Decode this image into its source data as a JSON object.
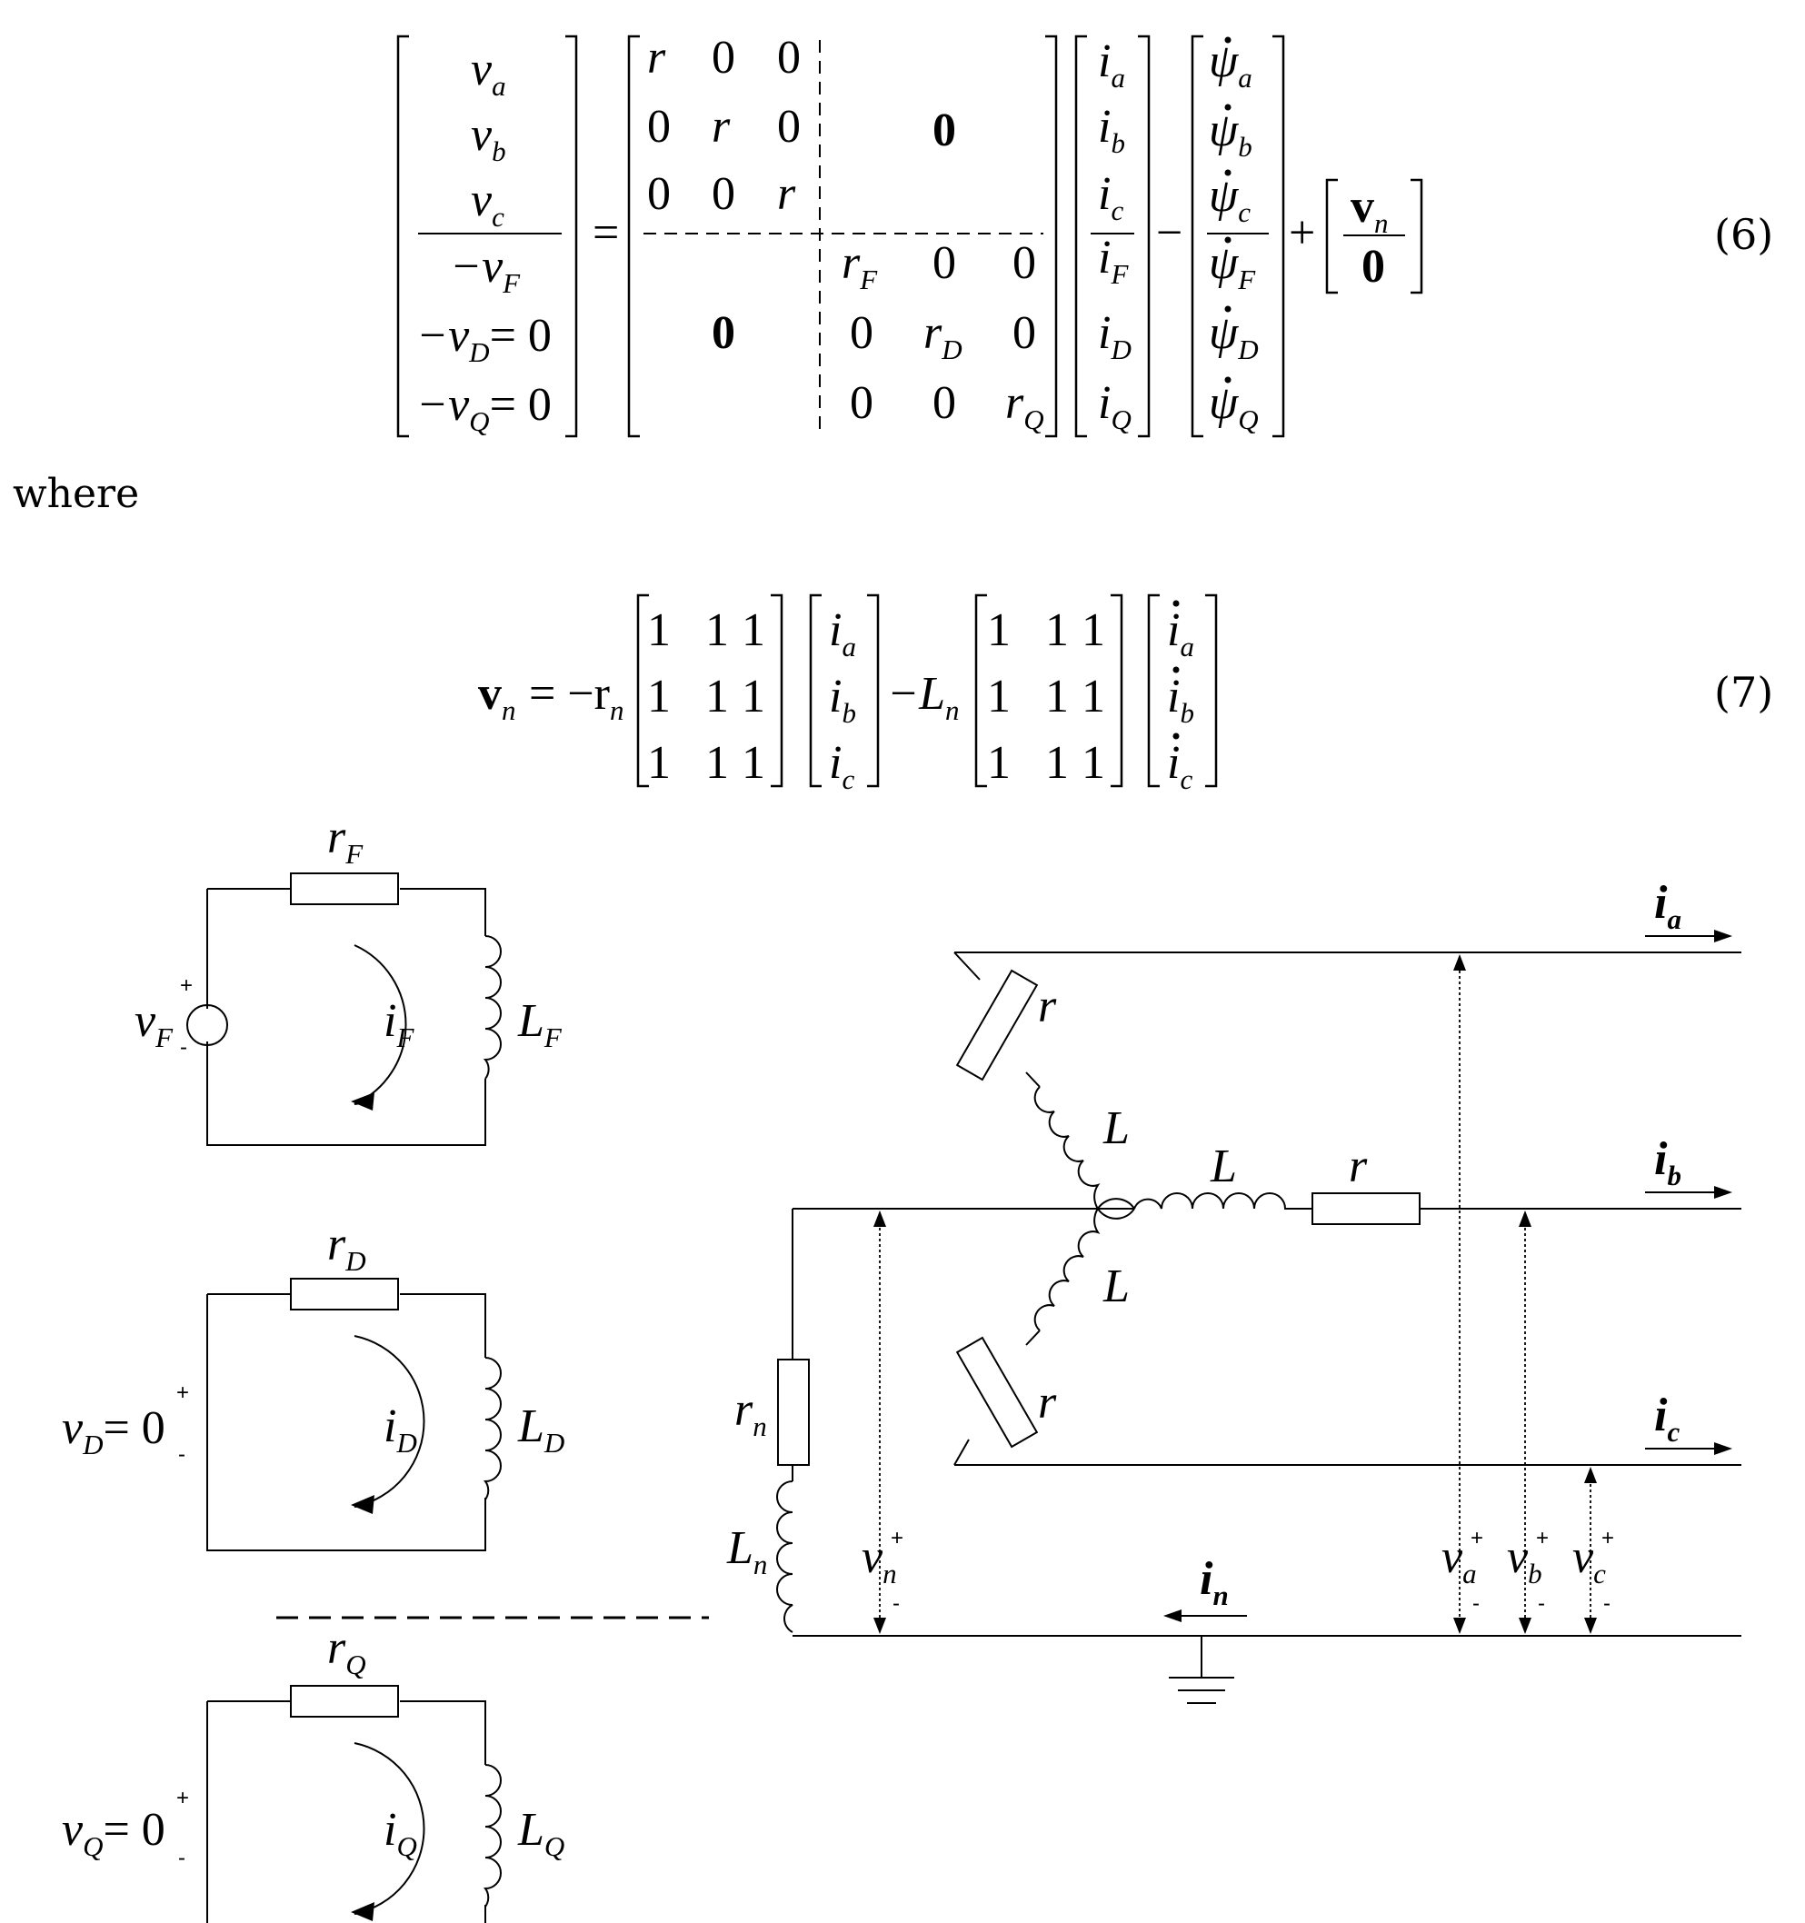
{
  "equation6": {
    "lhs": {
      "rows": [
        "v",
        "v",
        "v",
        "−v",
        "−v",
        "−v"
      ],
      "subs": [
        "a",
        "b",
        "c",
        "F",
        "D",
        "Q"
      ],
      "eq_zero": "= 0"
    },
    "equals": "=",
    "matrix_r": {
      "top_left": [
        [
          "r",
          "0",
          "0"
        ],
        [
          "0",
          "r",
          "0"
        ],
        [
          "0",
          "0",
          "r"
        ]
      ],
      "top_right_zero": "0",
      "bottom_left_zero": "0",
      "bottom_right_syms": [
        "r",
        "r",
        "r"
      ],
      "bottom_right_subs": [
        "F",
        "D",
        "Q"
      ],
      "bottom_right_zeros": "0"
    },
    "currents": {
      "sym": "i",
      "subs": [
        "a",
        "b",
        "c",
        "F",
        "D",
        "Q"
      ]
    },
    "minus": "−",
    "psi": {
      "sym": "ψ",
      "subs": [
        "a",
        "b",
        "c",
        "F",
        "D",
        "Q"
      ]
    },
    "plus": "+",
    "vn_vector": {
      "top": "v",
      "top_sub": "n",
      "bottom": "0"
    },
    "number": "(6)"
  },
  "where_text": "where",
  "equation7": {
    "lhs": "v",
    "lhs_sub": "n",
    "eq": "= −r",
    "r_sub": "n",
    "ones": "1",
    "currents": {
      "sym": "i",
      "subs": [
        "a",
        "b",
        "c"
      ]
    },
    "minus_L": "−L",
    "L_sub": "n",
    "number": "(7)"
  },
  "circuits": {
    "field": {
      "r": "r",
      "r_sub": "F",
      "v": "v",
      "v_sub": "F",
      "i": "i",
      "i_sub": "F",
      "L": "L",
      "L_sub": "F",
      "plus": "+",
      "minus": "-"
    },
    "damper_d": {
      "r": "r",
      "r_sub": "D",
      "v": "v",
      "v_sub": "D",
      "v_eq": "= 0",
      "i": "i",
      "i_sub": "D",
      "L": "L",
      "L_sub": "D",
      "plus": "+",
      "minus": "-"
    },
    "damper_q": {
      "r": "r",
      "r_sub": "Q",
      "v": "v",
      "v_sub": "Q",
      "v_eq": "= 0",
      "i": "i",
      "i_sub": "Q",
      "L": "L",
      "L_sub": "Q",
      "plus": "+",
      "minus": "-"
    }
  },
  "stator": {
    "r": "r",
    "L": "L",
    "rn": "r",
    "rn_sub": "n",
    "Ln": "L",
    "Ln_sub": "n",
    "currents": {
      "sym": "i",
      "subs": [
        "a",
        "b",
        "c",
        "n"
      ]
    },
    "voltages": {
      "sym": "v",
      "subs": [
        "n",
        "a",
        "b",
        "c"
      ]
    },
    "plus": "+",
    "minus": "-"
  }
}
